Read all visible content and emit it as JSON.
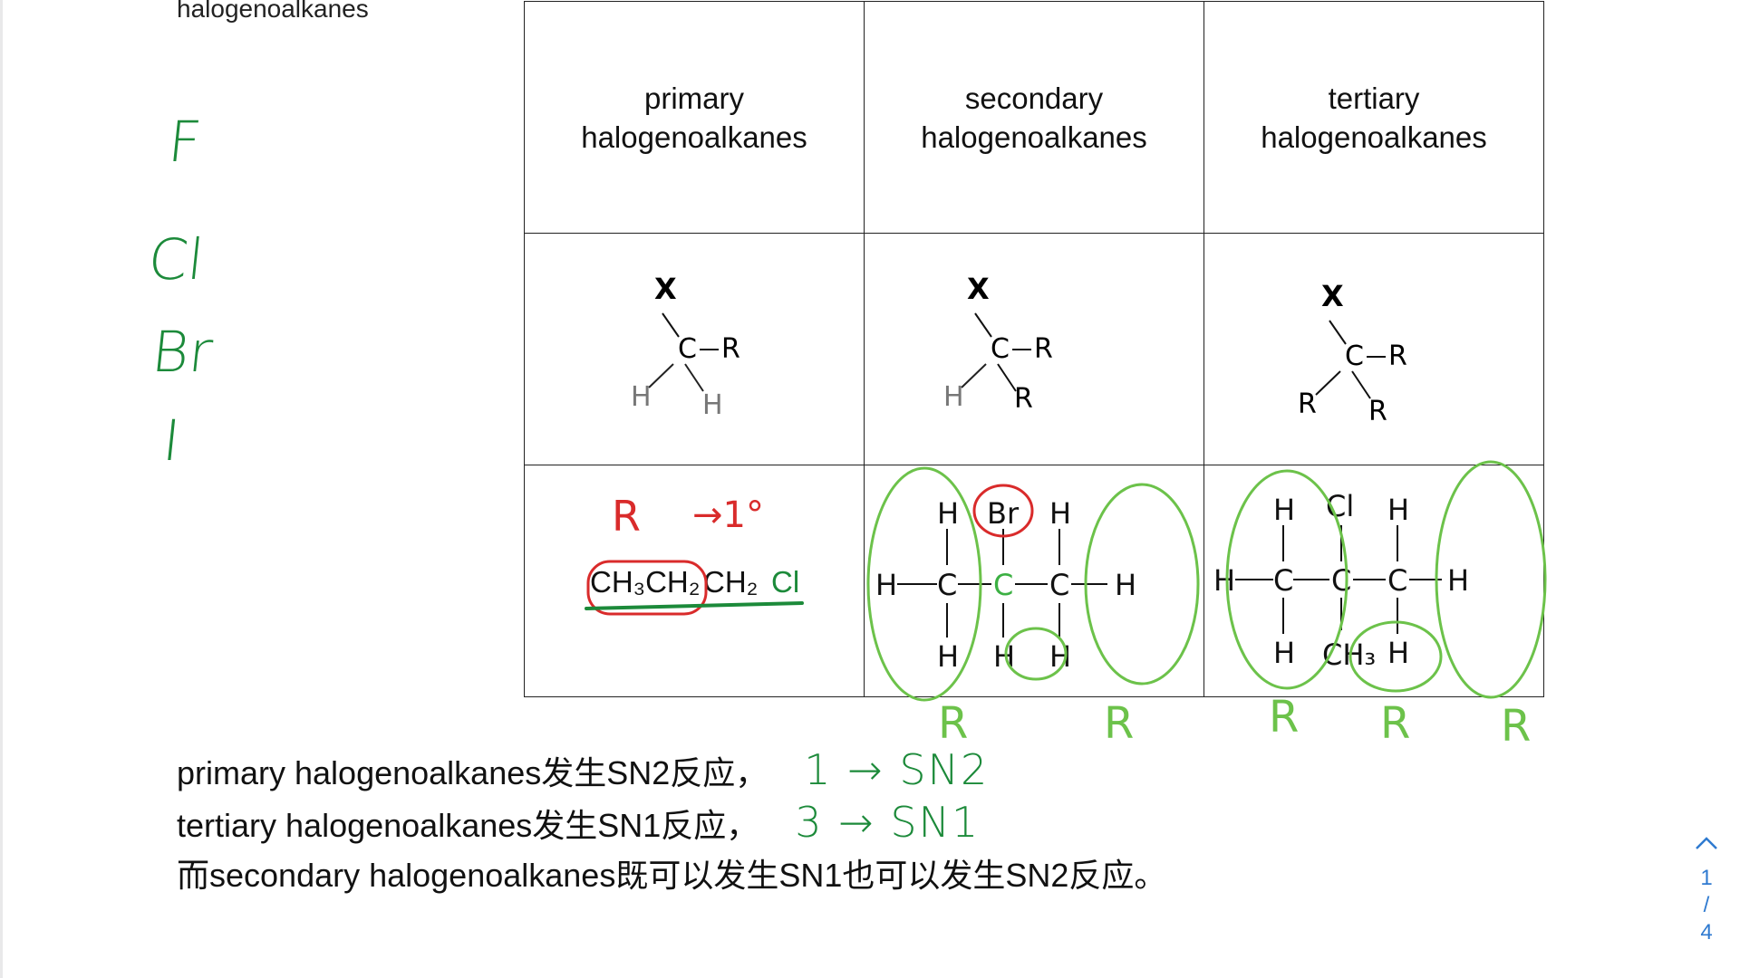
{
  "heading_fragment": "halogenoalkanes",
  "handwritten_halogens": [
    "F",
    "Cl",
    "Br",
    "I"
  ],
  "table": {
    "headers": [
      [
        "primary",
        "halogenoalkanes"
      ],
      [
        "secondary",
        "halogenoalkanes"
      ],
      [
        "tertiary",
        "halogenoalkanes"
      ]
    ],
    "general_structures": {
      "primary": {
        "X": "X",
        "C": "C",
        "sub1": "R",
        "sub2": "H",
        "sub3": "H"
      },
      "secondary": {
        "X": "X",
        "C": "C",
        "sub1": "R",
        "sub2": "H",
        "sub3": "R"
      },
      "tertiary": {
        "X": "X",
        "C": "C",
        "sub1": "R",
        "sub2": "R",
        "sub3": "R"
      }
    },
    "examples": {
      "primary": {
        "formula_part1": "CH₃CH₂",
        "formula_part2": "CH₂",
        "formula_part3": "Cl",
        "annotation_R": "R",
        "annotation_degree": "→1°"
      },
      "secondary": {
        "H": "H",
        "C": "C",
        "Br": "Br"
      },
      "tertiary": {
        "H": "H",
        "C": "C",
        "Cl": "Cl",
        "CH3": "CH₃"
      }
    },
    "r_labels": [
      "R",
      "R",
      "R",
      "R",
      "R"
    ]
  },
  "notes": [
    {
      "text": "primary halogenoalkanes发生SN2反应，",
      "hand": "1 → SN2"
    },
    {
      "text": "tertiary halogenoalkanes发生SN1反应，",
      "hand": "3 → SN1"
    },
    {
      "text": "而secondary halogenoalkanes既可以发生SN1也可以发生SN2反应。",
      "hand": ""
    }
  ],
  "pager": {
    "up_icon": "chevron-up-icon",
    "current": "1",
    "separator": "/",
    "total": "4"
  },
  "colors": {
    "ink_green": "#1c8a3a",
    "ink_red": "#d92b2b",
    "light_green": "#6cc24a",
    "accent": "#2f7ad0"
  }
}
